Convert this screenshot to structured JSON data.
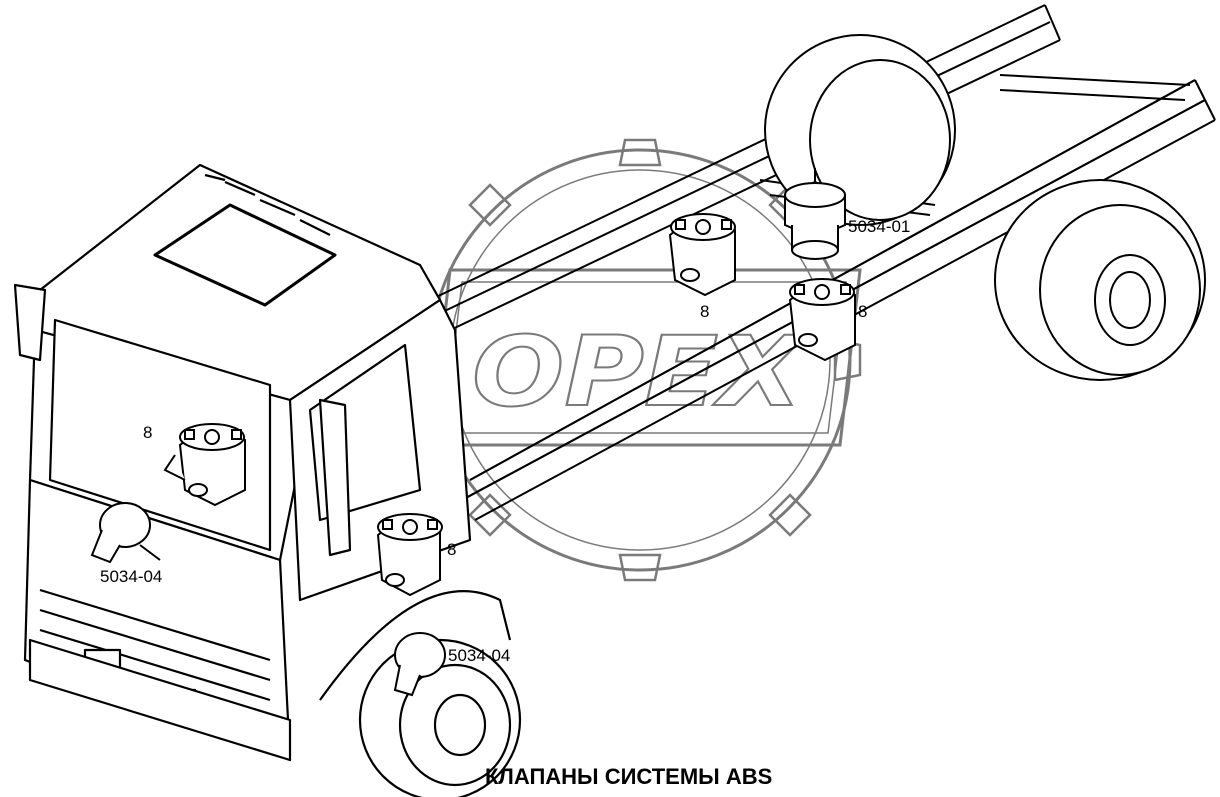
{
  "diagram": {
    "title": "КЛАПАНЫ СИСТЕМЫ ABS",
    "watermark": "OPEX",
    "labels": {
      "valve_cab": "8",
      "valve_side": "8",
      "valve_frame_left": "8",
      "valve_frame_right": "8",
      "relay_valve": "5034-01",
      "chamber_left": "5034-04",
      "chamber_right": "5034-04"
    },
    "colors": {
      "line": "#000000",
      "watermark": "#7a7a7a",
      "background": "#ffffff"
    }
  }
}
